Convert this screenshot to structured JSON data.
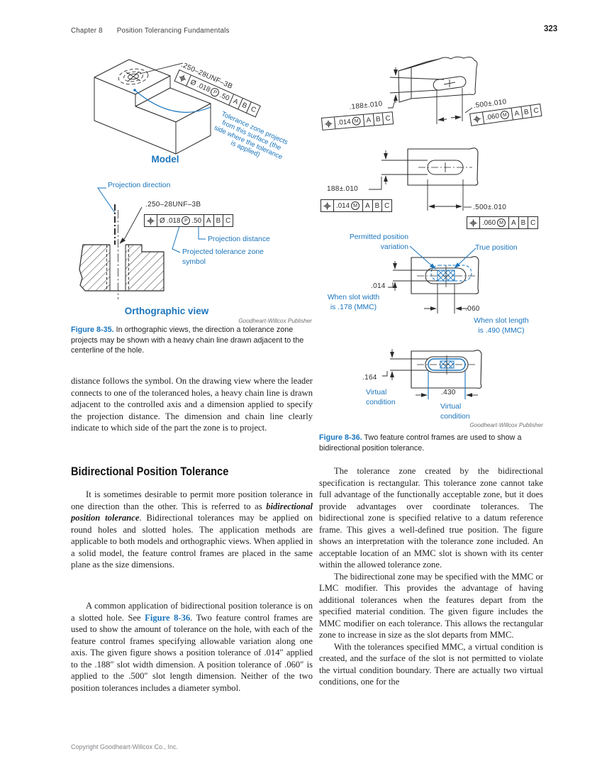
{
  "header": {
    "chapter": "Chapter 8",
    "title": "Position Tolerancing Fundamentals",
    "page_number": "323"
  },
  "footer": {
    "copyright": "Copyright Goodheart-Willcox Co., Inc."
  },
  "colors": {
    "accent_blue": "#1b75bc",
    "ink": "#2b2b2b",
    "credit_gray": "#6d6e71"
  },
  "fcfs": {
    "proj": [
      [
        {
          "sym": "pos"
        }
      ],
      [
        {
          "txt": "Ø .018"
        },
        {
          "mod": "P"
        },
        {
          "txt": ".50"
        }
      ],
      [
        {
          "txt": "A"
        }
      ],
      [
        {
          "txt": "B"
        }
      ],
      [
        {
          "txt": "C"
        }
      ]
    ],
    "w014": [
      [
        {
          "sym": "pos"
        }
      ],
      [
        {
          "txt": ".014"
        },
        {
          "mod": "M"
        }
      ],
      [
        {
          "txt": "A"
        }
      ],
      [
        {
          "txt": "B"
        }
      ],
      [
        {
          "txt": "C"
        }
      ]
    ],
    "w060": [
      [
        {
          "sym": "pos"
        }
      ],
      [
        {
          "txt": ".060"
        },
        {
          "mod": "M"
        }
      ],
      [
        {
          "txt": "A"
        }
      ],
      [
        {
          "txt": "B"
        }
      ],
      [
        {
          "txt": "C"
        }
      ]
    ]
  },
  "fig35": {
    "model": {
      "thread_note": ".250–28UNF–3B",
      "annotation": [
        "Tolerance zone projects",
        "from this surface (the",
        "side where the tolerance",
        "is applied)"
      ],
      "label": "Model"
    },
    "ortho": {
      "projection_direction": "Projection direction",
      "thread_note": ".250–28UNF–3B",
      "projection_distance": "Projection distance",
      "projected_symbol": [
        "Projected tolerance zone",
        "symbol"
      ],
      "label": "Orthographic view"
    },
    "credit": "Goodheart-Willcox Publisher",
    "caption_label": "Figure 8-35.",
    "caption_text": " In orthographic views, the direction a tolerance zone projects may be shown with a heavy chain line drawn adjacent to the centerline of the hole."
  },
  "fig36": {
    "iso": {
      "width_dim": ".188±.010",
      "length_dim": ".500±.010"
    },
    "ortho": {
      "width_dim": "188±.010",
      "length_dim": ".500±.010"
    },
    "interp": {
      "permitted": [
        "Permitted position",
        "variation"
      ],
      "true_position": "True position",
      "width_dim": ".014",
      "width_note": [
        "When slot width",
        "is .178 (MMC)"
      ],
      "length_dim": ".060",
      "length_note": [
        "When slot length",
        "is .490 (MMC)"
      ]
    },
    "virtual": {
      "width_dim": ".164",
      "width_note": [
        "Virtual",
        "condition"
      ],
      "length_dim": ".430",
      "length_note": [
        "Virtual",
        "condition"
      ]
    },
    "credit": "Goodheart-Willcox Publisher",
    "caption_label": "Figure 8-36.",
    "caption_text": " Two feature control frames are used to show a bidirectional position tolerance."
  },
  "left_column": {
    "para0": "distance follows the symbol. On the drawing view where the leader connects to one of the toleranced holes, a heavy chain line is drawn adjacent to the controlled axis and a dimension applied to specify the projection distance. The dimension and chain line clearly indicate to which side of the part the zone is to project.",
    "heading": "Bidirectional Position Tolerance",
    "para1": [
      {
        "txt": "It is sometimes desirable to permit more position tolerance in one direction than the other. This is referred to as "
      },
      {
        "txt": "bidirectional position tolerance",
        "b": true,
        "i": true
      },
      {
        "txt": ". Bidirectional tolerances may be applied on round holes and slotted holes. The application methods are applicable to both models and orthographic views. When applied in a solid model, the feature control frames are placed in the same plane as the size dimensions."
      }
    ],
    "para2": [
      {
        "txt": "A common application of bidirectional position tolerance is on a slotted hole. See "
      },
      {
        "txt": "Figure 8-36",
        "b": true,
        "c": "#1b75bc"
      },
      {
        "txt": ". Two feature control frames are used to show the amount of tolerance on the hole, with each of the feature control frames specifying allowable variation along one axis. The given figure shows a position tolerance of .014″ applied to the .188″ slot width dimension. A position tolerance of .060″ is applied to the .500″ slot length dimension. Neither of the two position tolerances includes a diameter symbol."
      }
    ]
  },
  "right_column": {
    "para1": "The tolerance zone created by the bidirectional specification is rectangular. This tolerance zone cannot take full advantage of the functionally acceptable zone, but it does provide advantages over coordinate tolerances. The bidirectional zone is specified relative to a datum reference frame. This gives a well-defined true position. The figure shows an interpretation with the tolerance zone included. An acceptable location of an MMC slot is shown with its center within the allowed tolerance zone.",
    "para2": "The bidirectional zone may be specified with the MMC or LMC modifier. This provides the advantage of having additional tolerances when the features depart from the specified material condition. The given figure includes the MMC modifier on each tolerance. This allows the rectangular zone to increase in size as the slot departs from MMC.",
    "para3": "With the tolerances specified MMC, a virtual condition is created, and the surface of the slot is not permitted to violate the virtual condition boundary. There are actually two virtual conditions, one for the"
  }
}
